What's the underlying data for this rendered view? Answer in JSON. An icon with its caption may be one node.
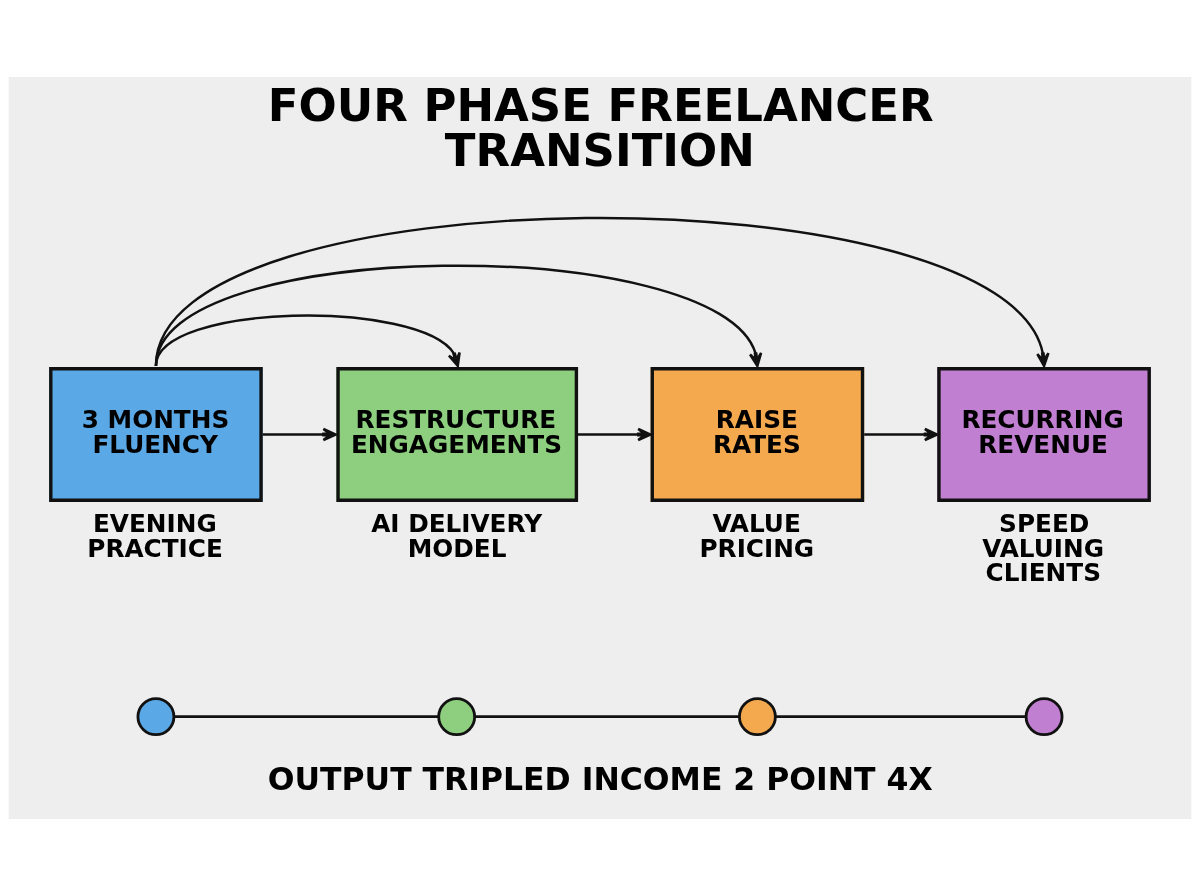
{
  "diagram": {
    "title": "FOUR PHASE FREELANCER TRANSITION",
    "caption": "OUTPUT TRIPLED INCOME 2 POINT 4X",
    "nodes": [
      {
        "text": [
          "3 MONTHS FLUENCY"
        ],
        "beside": [
          "EVENING PRACTICE"
        ]
      },
      {
        "text": [
          "RESTRUCTURE ENGAGEMENTS"
        ],
        "beside": [
          "AI DELIVERY MODEL"
        ]
      },
      {
        "text": [
          "RAISE RATES"
        ],
        "beside": [
          "VALUE PRICING"
        ]
      },
      {
        "text": [
          "RECURRING REVENUE"
        ],
        "beside": [
          "SPEED VALUING CLIENTS"
        ]
      },
      {
        "text": [],
        "shape": "circle"
      },
      {
        "text": [],
        "shape": "circle"
      },
      {
        "text": [],
        "shape": "circle"
      },
      {
        "text": [],
        "shape": "circle"
      }
    ],
    "edges": [
      {
        "from": 0,
        "to": 1,
        "arrow": "to"
      },
      {
        "from": 1,
        "to": 2,
        "arrow": "to"
      },
      {
        "from": 2,
        "to": 3,
        "arrow": "to"
      },
      {
        "from": 0,
        "to": 1,
        "arrow": "to"
      },
      {
        "from": 0,
        "to": 2,
        "arrow": "to"
      },
      {
        "from": 0,
        "to": 3,
        "arrow": "to"
      },
      {
        "from": 4,
        "to": 5,
        "arrow": "none"
      },
      {
        "from": 5,
        "to": 6,
        "arrow": "none"
      },
      {
        "from": 6,
        "to": 7,
        "arrow": "none"
      }
    ]
  }
}
